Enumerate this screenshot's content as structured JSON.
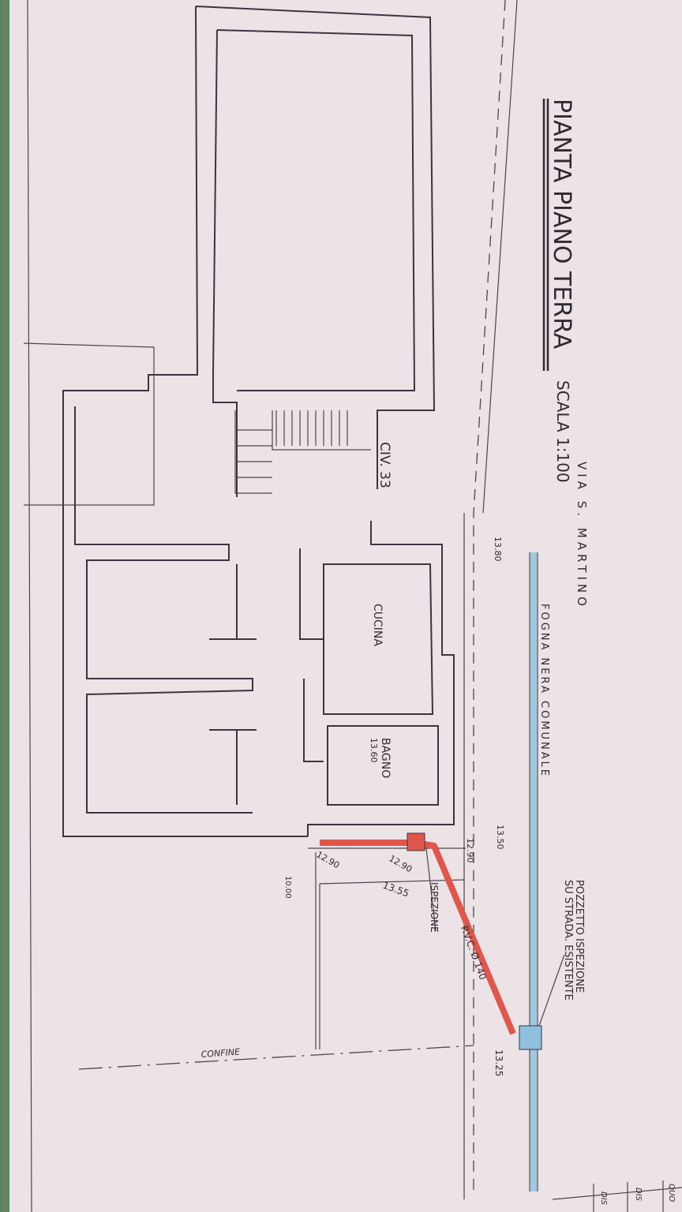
{
  "title": {
    "main": "PIANTA PIANO TERRA",
    "scale": "SCALA 1:100"
  },
  "street": {
    "name": "VIA S. MARTINO",
    "civic": "CIV. 33"
  },
  "sewer": {
    "label": "FOGNA NERA COMUNALE"
  },
  "rooms": {
    "kitchen": "CUCINA",
    "bath": "BAGNO",
    "bath_level": "13.60"
  },
  "levels": {
    "l1380": "13.80",
    "l1350": "13.50",
    "l1290a": "12.90",
    "l1290b": "12.90",
    "l1290c": "12.90",
    "l1355": "13.55",
    "l1000": "10.00",
    "l1325": "13.25"
  },
  "pipe": {
    "inspection": "ISPEZIONE",
    "material": "P.V.C. Ø 140"
  },
  "manhole": {
    "line1": "POZZETTO ISPEZIONE",
    "line2": "SU STRADA. ESISTENTE"
  },
  "boundary": {
    "label": "CONFINE"
  },
  "title_block": {
    "r1": "QUO",
    "r2": "DIS",
    "r3": "DIS"
  },
  "colors": {
    "paper": "#ece3e6",
    "pipe": "#e0564a",
    "sewer": "#8fc0e0"
  }
}
